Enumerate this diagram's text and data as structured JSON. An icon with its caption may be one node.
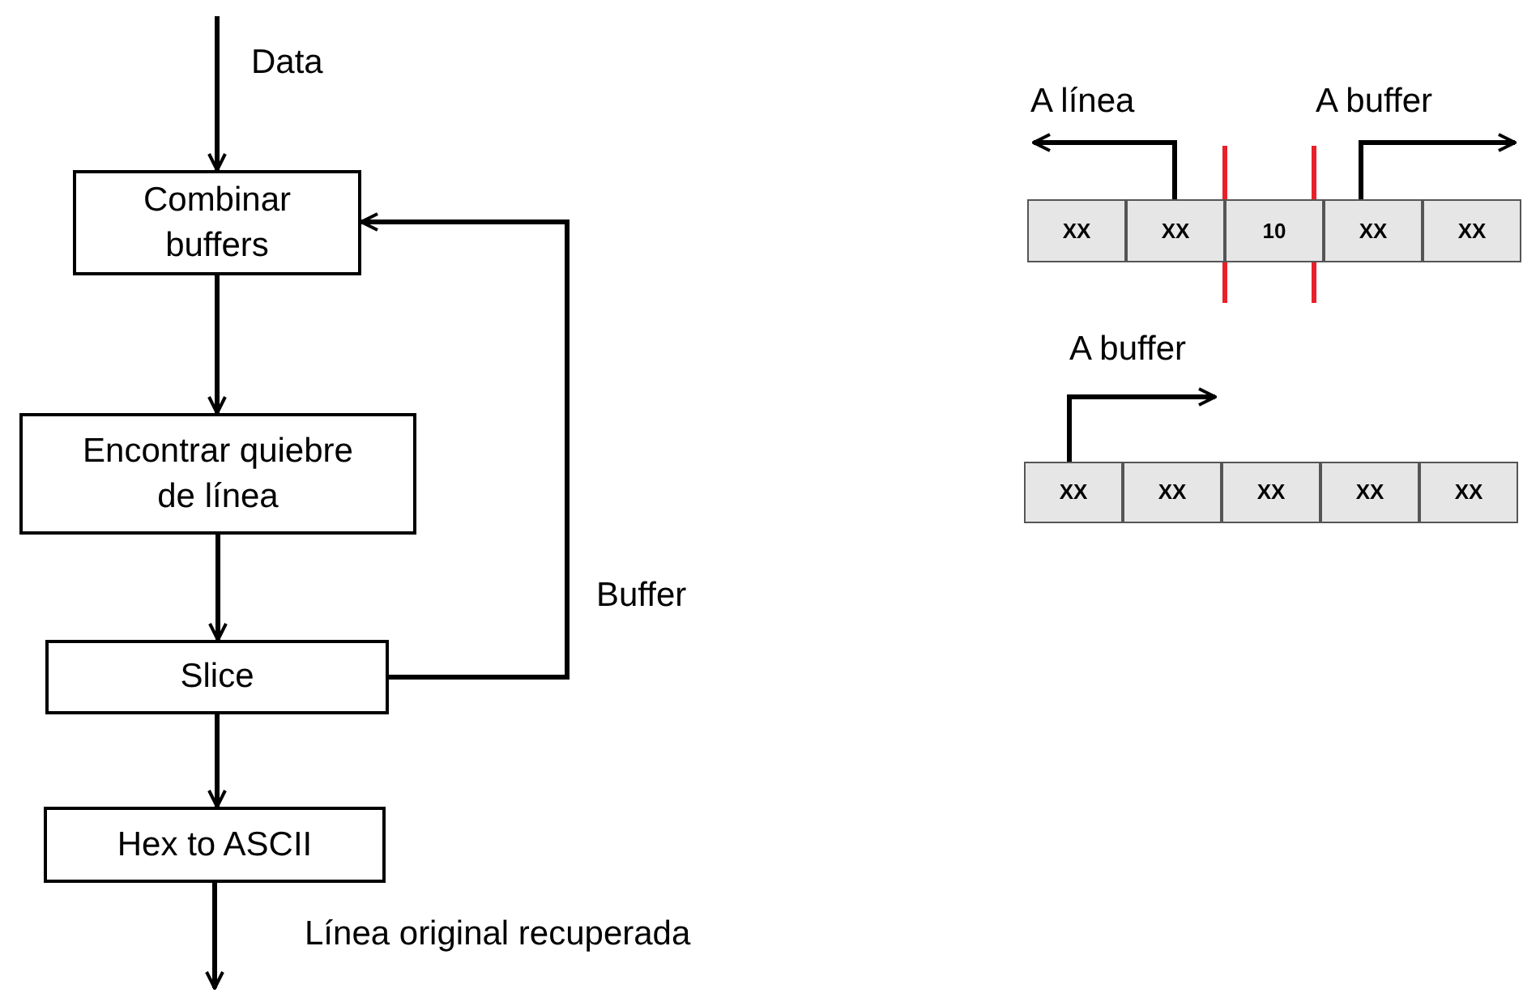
{
  "diagram": {
    "nodes": [
      {
        "text": [
          "Combinar buffers"
        ]
      },
      {
        "text": [
          "Encontrar quiebre de línea"
        ]
      },
      {
        "text": [
          "Slice"
        ]
      },
      {
        "text": [
          "Hex to ASCII"
        ]
      },
      {
        "text": [
          "XX"
        ]
      },
      {
        "text": [
          "XX"
        ]
      },
      {
        "text": [
          "10"
        ]
      },
      {
        "text": [
          "XX"
        ]
      },
      {
        "text": [
          "XX"
        ]
      },
      {
        "text": [
          "XX"
        ]
      },
      {
        "text": [
          "XX"
        ]
      },
      {
        "text": [
          "XX"
        ]
      },
      {
        "text": [
          "XX"
        ]
      },
      {
        "text": [
          "XX"
        ]
      }
    ],
    "edges": [
      {
        "from": null,
        "to": 0,
        "arrow": "to",
        "label": "Data"
      },
      {
        "from": 0,
        "to": 1,
        "arrow": "to"
      },
      {
        "from": 1,
        "to": 2,
        "arrow": "to"
      },
      {
        "from": 2,
        "to": 0,
        "arrow": "to",
        "label": "Buffer"
      },
      {
        "from": 2,
        "to": 3,
        "arrow": "to"
      },
      {
        "from": 3,
        "to": null,
        "arrow": "to",
        "label": "Línea original recuperada"
      },
      {
        "from": 5,
        "to": null,
        "arrow": "to",
        "label": "A línea"
      },
      {
        "from": 7,
        "to": null,
        "arrow": "to",
        "label": "A buffer"
      },
      {
        "from": 9,
        "to": null,
        "arrow": "to",
        "label": "A buffer"
      }
    ]
  }
}
